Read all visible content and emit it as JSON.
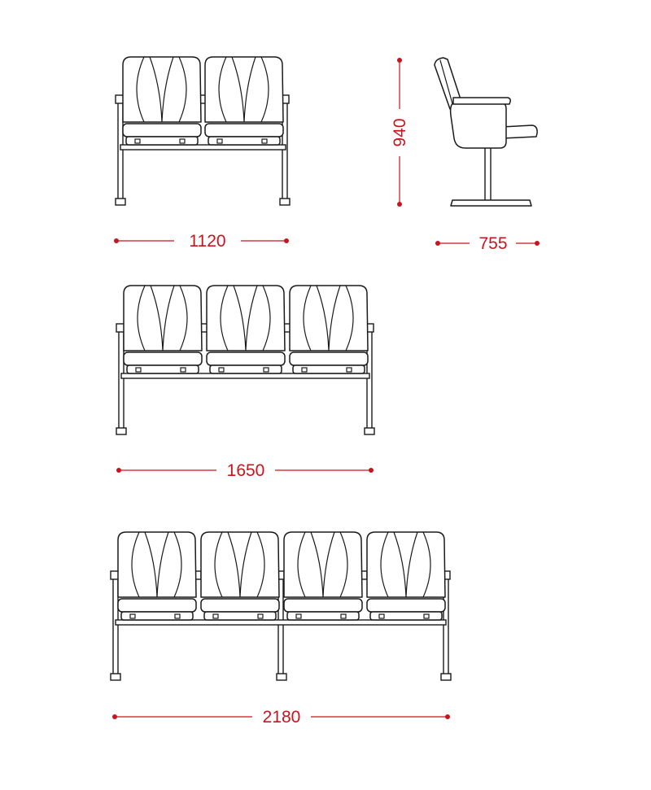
{
  "colors": {
    "dimension": "#c8141e",
    "outline": "#1a1a1a",
    "background": "#ffffff"
  },
  "benches": [
    {
      "seats": 2,
      "width_label": "1120"
    },
    {
      "seats": 3,
      "width_label": "1650"
    },
    {
      "seats": 4,
      "width_label": "2180"
    }
  ],
  "side_view": {
    "height_label": "940",
    "depth_label": "755"
  }
}
